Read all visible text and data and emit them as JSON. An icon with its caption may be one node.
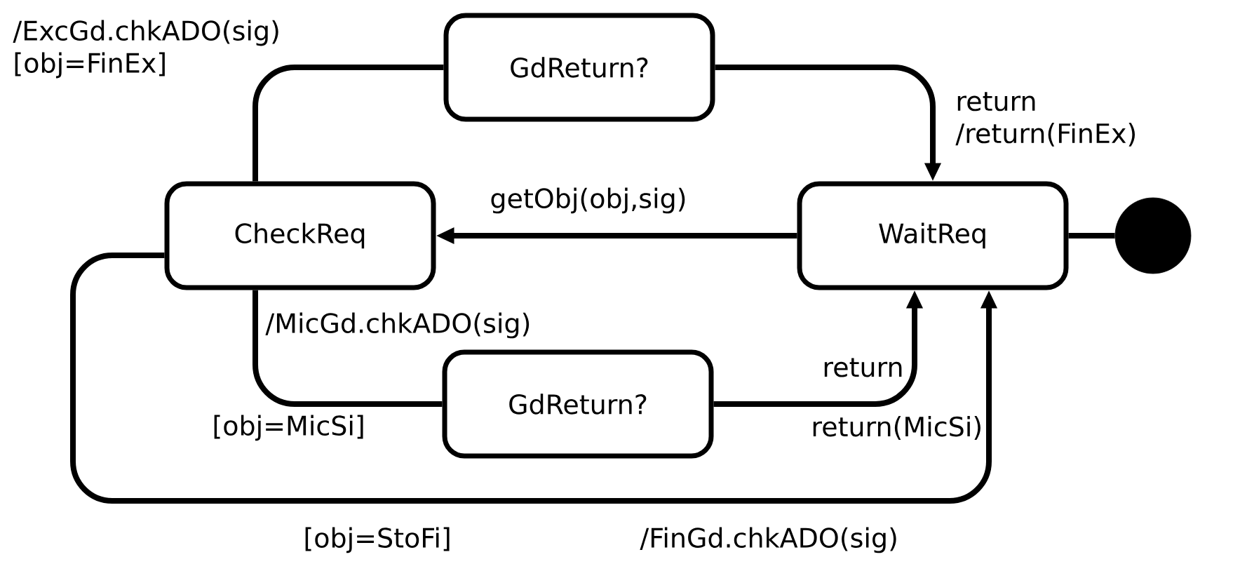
{
  "diagram": {
    "nodes": [
      {
        "text": [
          "GdReturn?"
        ]
      },
      {
        "text": [
          "CheckReq"
        ]
      },
      {
        "text": [
          "WaitReq"
        ]
      },
      {
        "text": [],
        "shape": "circle"
      },
      {
        "text": [
          "GdReturn?"
        ]
      }
    ],
    "edges": [
      {
        "from": 3,
        "to": 2,
        "arrow": "none"
      },
      {
        "from": 2,
        "to": 1,
        "arrow": "to",
        "label": "getObj(obj,sig)"
      },
      {
        "from": 1,
        "to": 0,
        "arrow": "none",
        "label": "/ExcGd.chkADO(sig) [obj=FinEx]"
      },
      {
        "from": 0,
        "to": 2,
        "arrow": "to",
        "label": "return /return(FinEx)"
      },
      {
        "from": 1,
        "to": 4,
        "arrow": "none",
        "label": "/MicGd.chkADO(sig)"
      },
      {
        "from": 4,
        "to": 2,
        "arrow": "to",
        "label": "return"
      },
      {
        "from": 1,
        "to": 2,
        "arrow": "to",
        "label": "[obj=StoFi]"
      }
    ],
    "labels": [
      "[obj=MicSi]",
      "return(MicSi)",
      "/FinGd.chkADO(sig)"
    ]
  }
}
